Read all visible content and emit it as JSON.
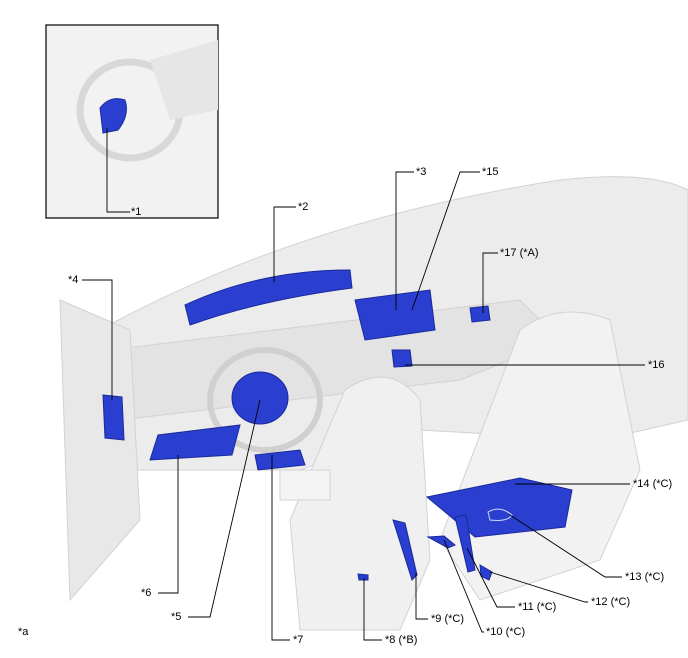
{
  "colors": {
    "part": "#2a3fcf",
    "part_dark": "#1a2a9a",
    "interior": "#e6e6e6",
    "interior_line": "#cfcfcf",
    "leader": "#000000"
  },
  "callouts": [
    {
      "id": "c1",
      "text": "*1"
    },
    {
      "id": "c2",
      "text": "*2"
    },
    {
      "id": "c3",
      "text": "*3"
    },
    {
      "id": "c15",
      "text": "*15"
    },
    {
      "id": "c17",
      "text": "*17 (*A)"
    },
    {
      "id": "c4",
      "text": "*4"
    },
    {
      "id": "c16",
      "text": "*16"
    },
    {
      "id": "c14",
      "text": "*14 (*C)"
    },
    {
      "id": "c13",
      "text": "*13 (*C)"
    },
    {
      "id": "c12",
      "text": "*12 (*C)"
    },
    {
      "id": "c11",
      "text": "*11 (*C)"
    },
    {
      "id": "c10",
      "text": "*10 (*C)"
    },
    {
      "id": "c9",
      "text": "*9 (*C)"
    },
    {
      "id": "c8",
      "text": "*8 (*B)"
    },
    {
      "id": "c7",
      "text": "*7"
    },
    {
      "id": "c6",
      "text": "*6"
    },
    {
      "id": "c5",
      "text": "*5"
    },
    {
      "id": "ca",
      "text": "*a"
    }
  ]
}
